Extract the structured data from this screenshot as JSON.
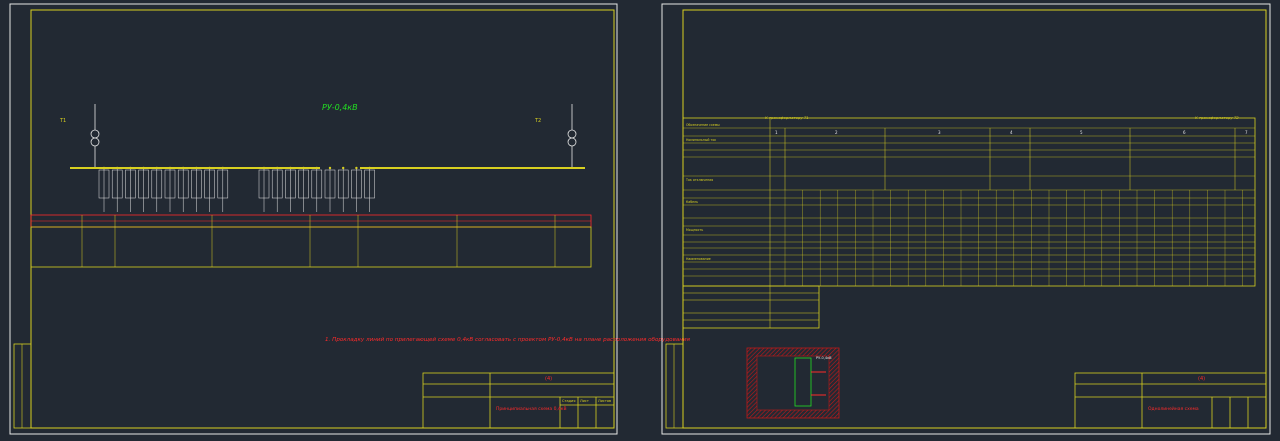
{
  "colors": {
    "background": "#222933",
    "frame": "#e6e6e6",
    "border": "#d8d020",
    "annotation": "#ff2a2a",
    "accent": "#22e022",
    "hatch": "#c01818"
  },
  "sheet1": {
    "bus_title": "РУ-0,4кВ",
    "transformer_left": "T1",
    "transformer_right": "T2",
    "note": "1. Прокладку линий по прилегающей схеме 0,4кВ согласовать с проектом РУ-0,4кВ на плане расположения оборудования",
    "stamp_number": "(4)",
    "stamp_title": "Принципиальная схема 0,4кВ",
    "stamp_sheet": "Стадия",
    "stamp_sheets_label": "Лист",
    "stamp_total_label": "Листов"
  },
  "sheet2": {
    "bus_left_label": "К трансформатору Т1",
    "bus_right_label": "К трансформатору Т2",
    "section_numbers": [
      "1",
      "2",
      "3",
      "4",
      "5",
      "6",
      "7"
    ],
    "table_rows": [
      "Обозначение схемы",
      "Номинальный ток",
      "Ток отключения",
      "Кабель",
      "Мощность",
      "Наименование"
    ],
    "stamp_number": "(4)",
    "stamp_title": "Однолинейная схема",
    "legend_title": "РУ-0,4кВ"
  }
}
